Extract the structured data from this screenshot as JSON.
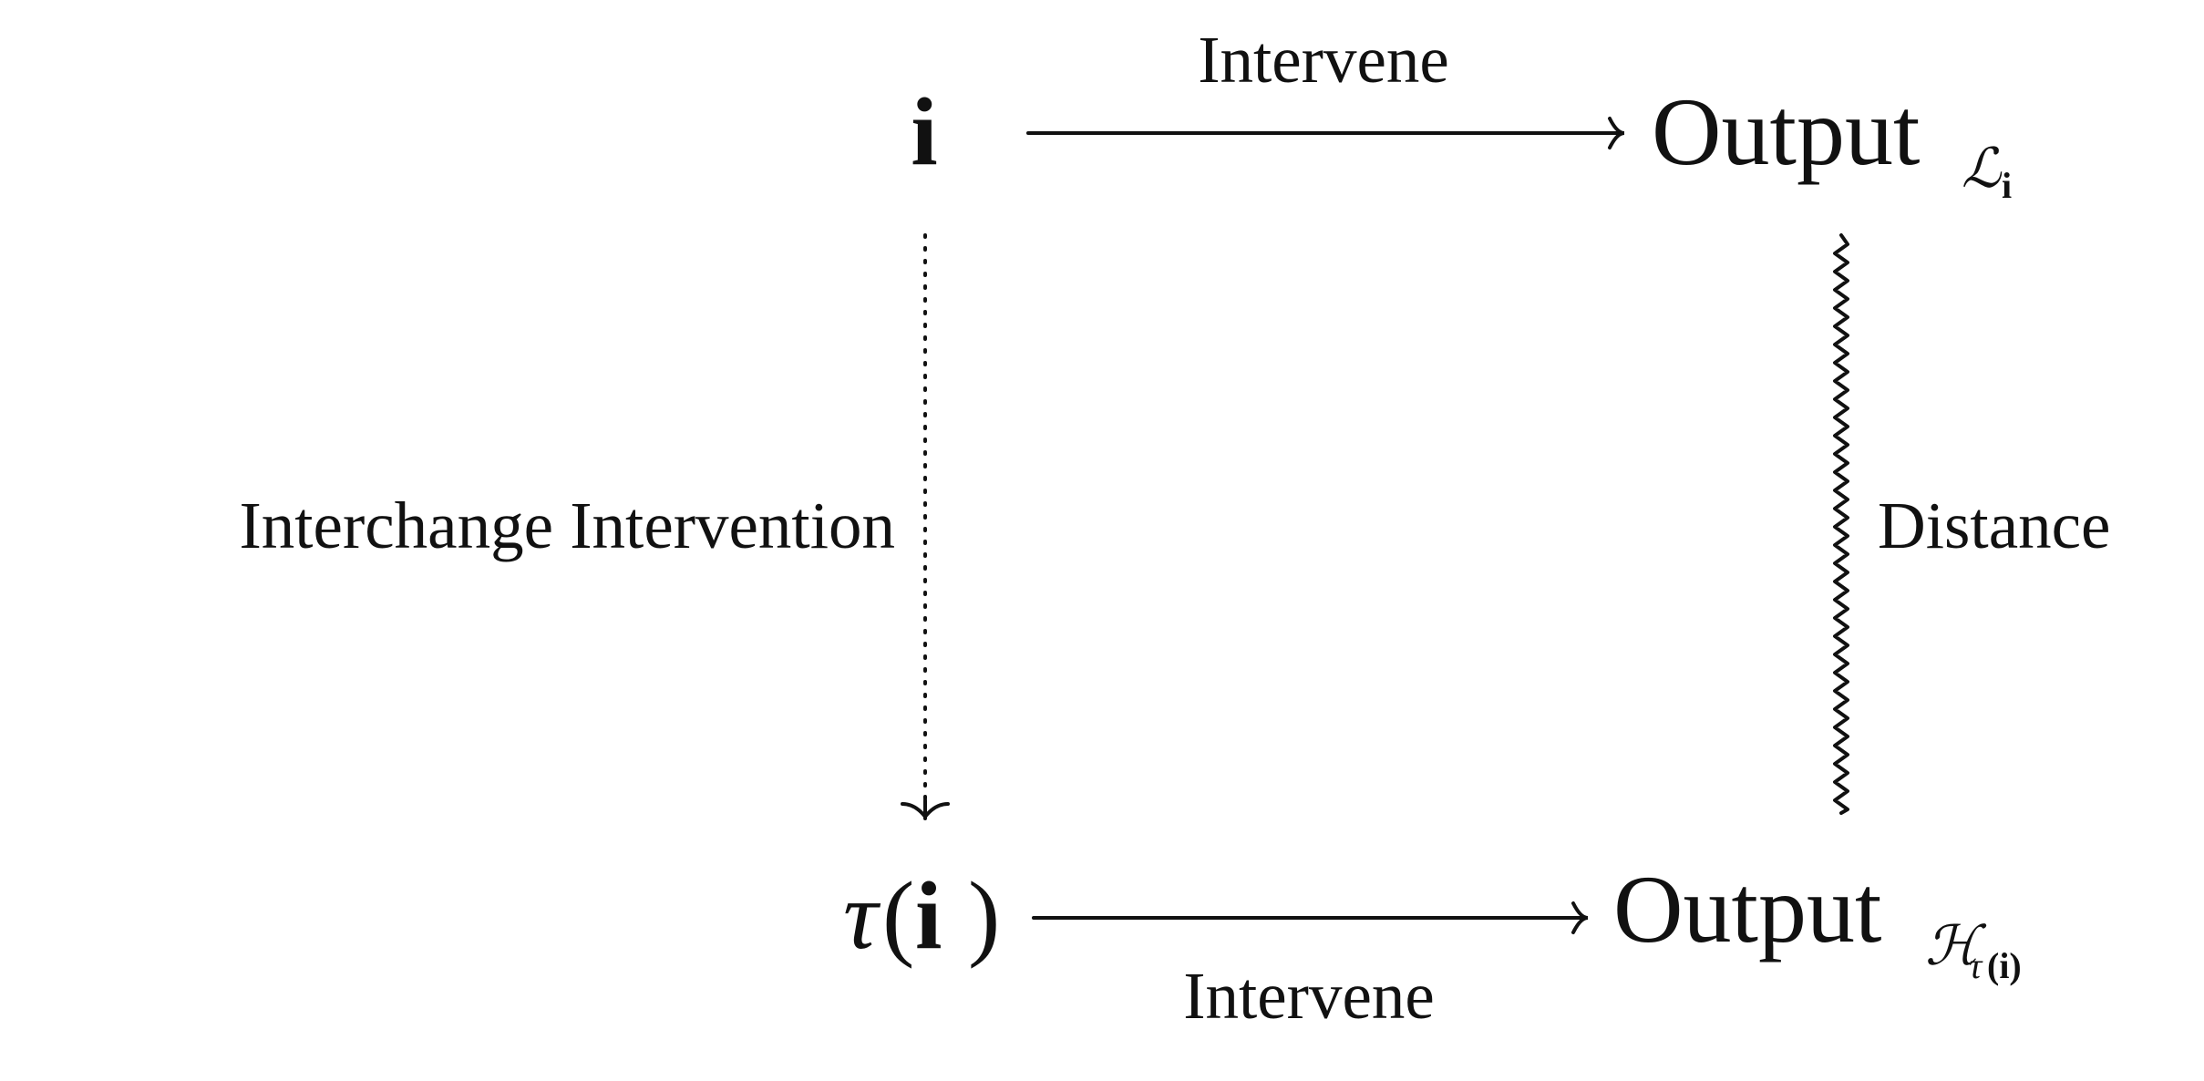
{
  "nodes": {
    "top_left": {
      "bold": "i"
    },
    "top_right": {
      "text": "Output",
      "subscript": "ℒ",
      "subscript_index": "i"
    },
    "bottom_left": {
      "tau": "τ",
      "open_paren": "(",
      "bold": "i",
      "close_paren": ")"
    },
    "bottom_right": {
      "text": "Output",
      "subscript": "ℋ",
      "subscript_tau": "τ",
      "subscript_index": "(i)"
    }
  },
  "edges": {
    "top": {
      "label": "Intervene",
      "style": "solid"
    },
    "bottom": {
      "label": "Intervene",
      "style": "solid"
    },
    "left": {
      "label": "Interchange Intervention",
      "style": "dotted"
    },
    "right": {
      "label": "Distance",
      "style": "squiggly"
    }
  },
  "colors": {
    "ink": "#111111",
    "background": "#ffffff"
  }
}
